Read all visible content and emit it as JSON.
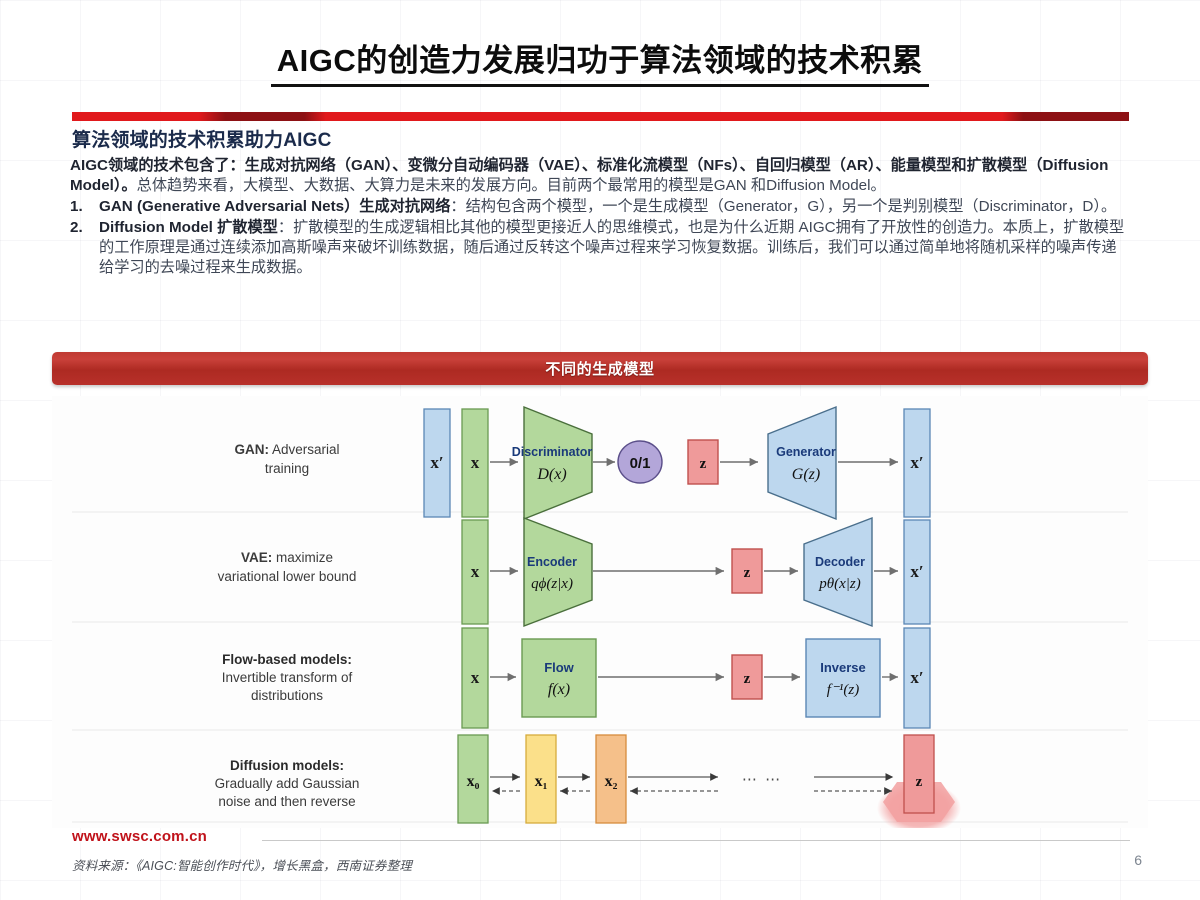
{
  "slide": {
    "title": "AIGC的创造力发展归功于算法领域的技术积累",
    "page_number": "6"
  },
  "section": {
    "heading": "算法领域的技术积累助力AIGC",
    "paragraph": {
      "bold_lead": "AIGC领域的技术包含了：生成对抗网络（GAN）、变微分自动编码器（VAE）、标准化流模型（NFs）、自回归模型（AR）、能量模型和扩散模型（Diffusion Model）。",
      "rest": "总体趋势来看，大模型、大数据、大算力是未来的发展方向。目前两个最常用的模型是GAN 和Diffusion Model。"
    },
    "list": [
      {
        "num": "1.",
        "bold": "GAN (Generative Adversarial Nets）生成对抗网络",
        "text": "：结构包含两个模型，一个是生成模型（Generator，G），另一个是判别模型（Discriminator，D）。"
      },
      {
        "num": "2.",
        "bold": "Diffusion Model 扩散模型",
        "text": "：扩散模型的生成逻辑相比其他的模型更接近人的思维模式，也是为什么近期 AIGC拥有了开放性的创造力。本质上，扩散模型的工作原理是通过连续添加高斯噪声来破坏训练数据，随后通过反转这个噪声过程来学习恢复数据。训练后，我们可以通过简单地将随机采样的噪声传递给学习的去噪过程来生成数据。"
      }
    ]
  },
  "banner": {
    "label": "不同的生成模型"
  },
  "figure": {
    "rows": [
      {
        "id": "gan",
        "label_bold": "GAN:",
        "label_rest": " Adversarial",
        "label_line2": "training",
        "nodes": [
          {
            "name": "x-prime-input",
            "text": "x′",
            "color": "blue"
          },
          {
            "name": "x-input",
            "text": "x",
            "color": "green"
          },
          {
            "name": "discriminator",
            "text": "Discriminator",
            "sub": "D(x)",
            "color": "green"
          },
          {
            "name": "zero-one-output",
            "text": "0/1",
            "color": "purple"
          },
          {
            "name": "z-latent",
            "text": "z",
            "color": "red"
          },
          {
            "name": "generator",
            "text": "Generator",
            "sub": "G(z)",
            "color": "blue"
          },
          {
            "name": "x-prime-output",
            "text": "x′",
            "color": "blue"
          }
        ]
      },
      {
        "id": "vae",
        "label_bold": "VAE:",
        "label_rest": " maximize",
        "label_line2": "variational lower bound",
        "nodes": [
          {
            "name": "x-input",
            "text": "x",
            "color": "green"
          },
          {
            "name": "encoder",
            "text": "Encoder",
            "sub": "qϕ(z|x)",
            "color": "green"
          },
          {
            "name": "z-latent",
            "text": "z",
            "color": "red"
          },
          {
            "name": "decoder",
            "text": "Decoder",
            "sub": "pθ(x|z)",
            "color": "blue"
          },
          {
            "name": "x-prime-output",
            "text": "x′",
            "color": "blue"
          }
        ]
      },
      {
        "id": "flow",
        "label_bold": "Flow-based models:",
        "label_rest": "",
        "label_line2": "Invertible transform of",
        "label_line3": "distributions",
        "nodes": [
          {
            "name": "x-input",
            "text": "x",
            "color": "green"
          },
          {
            "name": "flow",
            "text": "Flow",
            "sub": "f(x)",
            "color": "green"
          },
          {
            "name": "z-latent",
            "text": "z",
            "color": "red"
          },
          {
            "name": "inverse",
            "text": "Inverse",
            "sub": "f⁻¹(z)",
            "color": "blue"
          },
          {
            "name": "x-prime-output",
            "text": "x′",
            "color": "blue"
          }
        ]
      },
      {
        "id": "diffusion",
        "label_bold": "Diffusion models:",
        "label_rest": "",
        "label_line2": "Gradually add Gaussian",
        "label_line3": "noise and then reverse",
        "nodes": [
          {
            "name": "x0-step",
            "text": "x₀",
            "color": "green"
          },
          {
            "name": "x1-step",
            "text": "x₁",
            "color": "yellow"
          },
          {
            "name": "x2-step",
            "text": "x₂",
            "color": "orange"
          },
          {
            "name": "ellipsis",
            "text": "⋯ ⋯",
            "color": "none"
          },
          {
            "name": "z-latent",
            "text": "z",
            "color": "red"
          }
        ]
      }
    ]
  },
  "footer": {
    "site": "www.swsc.com.cn",
    "source": "资料来源：《AIGC:智能创作时代》，增长黑盒，西南证券整理"
  },
  "colors": {
    "accent_red": "#c0121a",
    "banner_red": "#b8302a",
    "heading_navy": "#1b2b4b",
    "node_green_fill": "#b3d89c",
    "node_green_stroke": "#6a9a52",
    "node_blue_fill": "#bdd7ee",
    "node_blue_stroke": "#5b87b5",
    "node_red_fill": "#ef9a9a",
    "node_red_stroke": "#c0504d",
    "node_purple_fill": "#b3a6d9",
    "node_purple_stroke": "#5b4f8a",
    "node_yellow_fill": "#fbe08a",
    "node_yellow_stroke": "#d6ab3c",
    "node_orange_fill": "#f5c08a",
    "node_orange_stroke": "#d68c3c"
  }
}
